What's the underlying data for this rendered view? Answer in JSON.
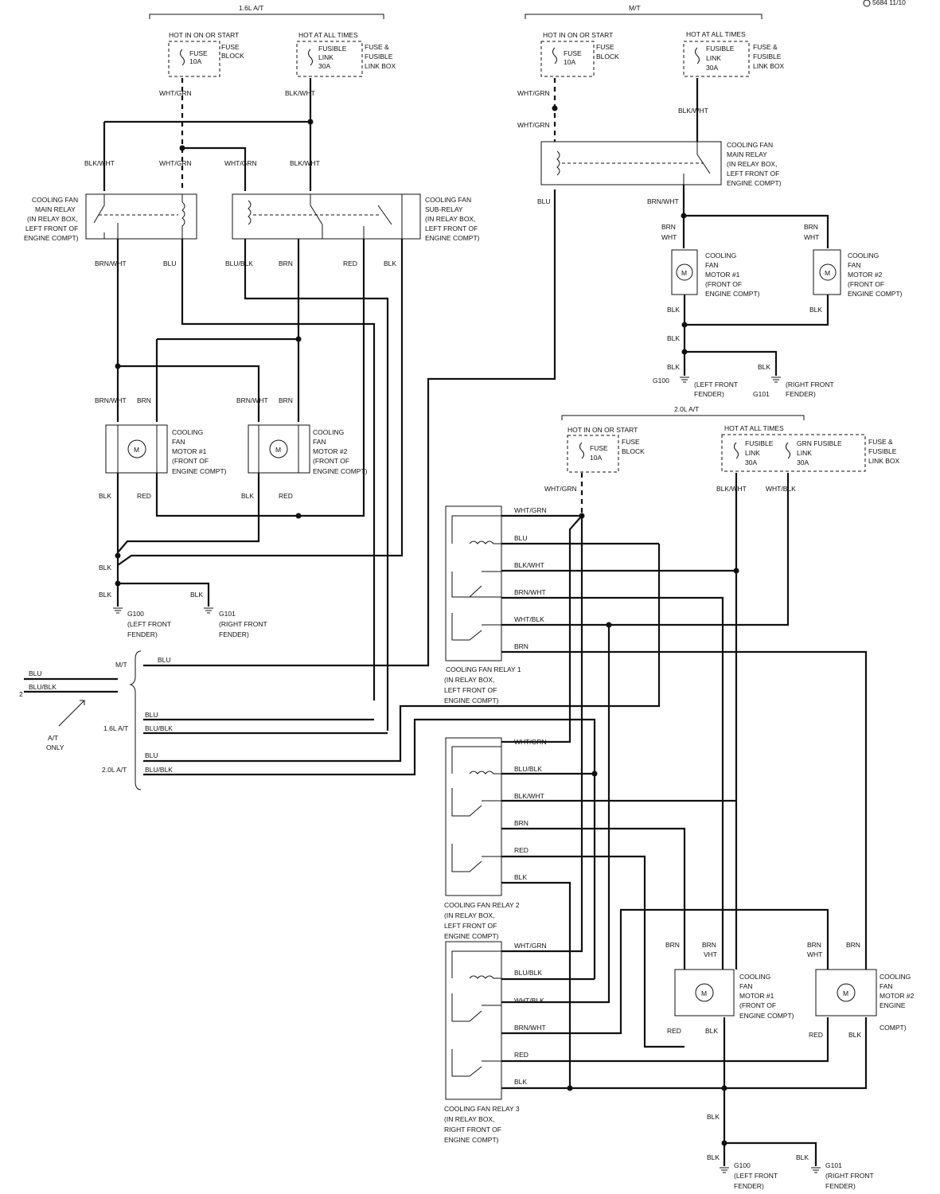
{
  "corner_mark": "5684 11/10",
  "sections": {
    "s16at": "1.6L A/T",
    "mt": "M/T",
    "s20at": "2.0L A/T"
  },
  "common": {
    "hot_run": "HOT IN ON OR START",
    "hot_all": "HOT AT ALL TIMES",
    "fuse_10a": [
      "FUSE",
      "10A"
    ],
    "fusible_30a": [
      "FUSIBLE",
      "LINK",
      "30A"
    ],
    "fuse_block": [
      "FUSE",
      "BLOCK"
    ],
    "fuse_link_box": [
      "FUSE &",
      "FUSIBLE",
      "LINK BOX"
    ],
    "grn_fusible": "GRN FUSIBLE",
    "g100": "G100",
    "g101": "G101",
    "left_front_fender": [
      "(LEFT FRONT",
      "FENDER)"
    ],
    "right_front_fender": [
      "(RIGHT FRONT",
      "FENDER)"
    ]
  },
  "components": {
    "main_relay": [
      "COOLING FAN",
      "MAIN RELAY",
      "(IN RELAY BOX,",
      "LEFT FRONT OF",
      "ENGINE COMPT)"
    ],
    "sub_relay": [
      "COOLING FAN",
      "SUB-RELAY",
      "(IN RELAY BOX,",
      "LEFT FRONT OF",
      "ENGINE COMPT)"
    ],
    "motor1": [
      "COOLING",
      "FAN",
      "MOTOR #1",
      "(FRONT OF",
      "ENGINE COMPT)"
    ],
    "motor2": [
      "COOLING",
      "FAN",
      "MOTOR #2",
      "(FRONT OF",
      "ENGINE COMPT)"
    ],
    "relay1": [
      "COOLING FAN RELAY 1",
      "(IN RELAY BOX,",
      "LEFT FRONT OF",
      "ENGINE COMPT)"
    ],
    "relay2": [
      "COOLING FAN RELAY 2",
      "(IN RELAY BOX,",
      "LEFT FRONT OF",
      "ENGINE COMPT)"
    ],
    "relay3": [
      "COOLING FAN RELAY 3",
      "(IN RELAY BOX,",
      "RIGHT FRONT OF",
      "ENGINE COMPT)"
    ]
  },
  "wires": {
    "wht_grn": "WHT/GRN",
    "blk_wht": "BLK/WHT",
    "brn_wht": "BRN/WHT",
    "wht_blk": "WHT/BLK",
    "blu_blk": "BLU/BLK",
    "blu": "BLU",
    "blk": "BLK",
    "brn": "BRN",
    "red": "RED"
  },
  "connector": {
    "mt": "M/T",
    "l16": "1.6L A/T",
    "l20": "2.0L A/T",
    "at_only": [
      "A/T",
      "ONLY"
    ],
    "marker": "2"
  }
}
